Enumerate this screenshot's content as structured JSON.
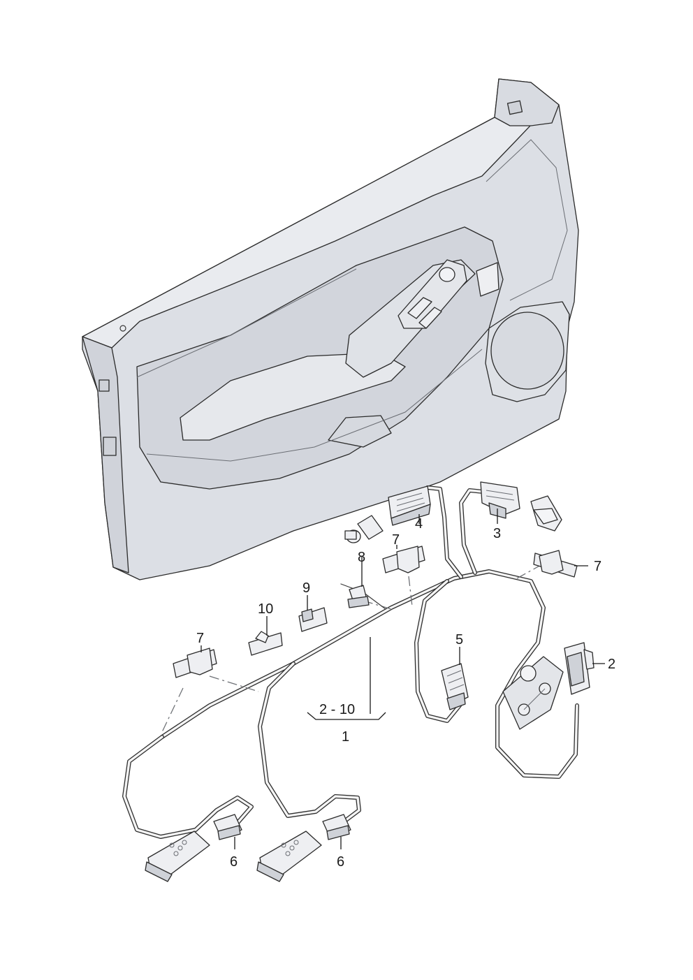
{
  "diagram": {
    "callouts": {
      "c1": "1",
      "c2": "2",
      "c3": "3",
      "c4": "4",
      "c5": "5",
      "c6a": "6",
      "c6b": "6",
      "c7a": "7",
      "c7b": "7",
      "c7c": "7",
      "c8": "8",
      "c9": "9",
      "c10": "10",
      "range": "2 - 10"
    },
    "colors": {
      "panel": "#d9dce2",
      "panel_light": "#e8eaee",
      "line": "#2b2b2b"
    }
  }
}
